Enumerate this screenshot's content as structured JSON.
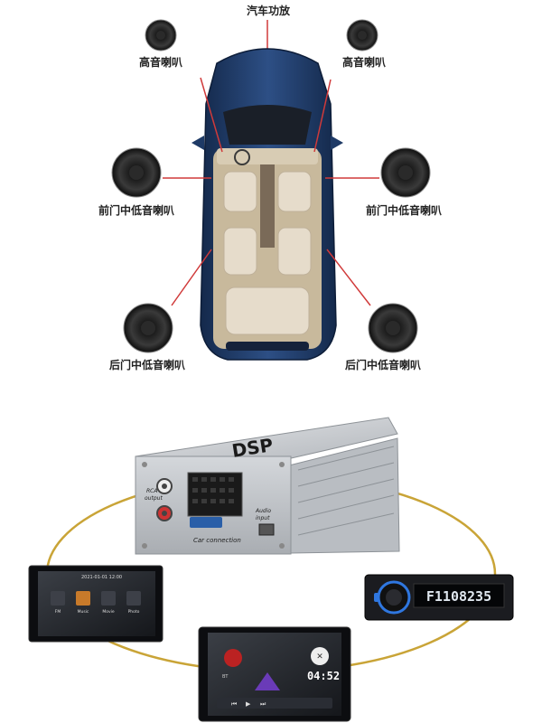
{
  "labels": {
    "amplifier": "汽车功放",
    "tweeter_left": "高音喇叭",
    "tweeter_right": "高音喇叭",
    "front_door_left": "前门中低音喇叭",
    "front_door_right": "前门中低音喇叭",
    "rear_door_left": "后门中低音喇叭",
    "rear_door_right": "后门中低音喇叭"
  },
  "dsp_box": {
    "brand": "DSP",
    "rca_label": "RCA output",
    "rca_label_1": "RCA",
    "rca_label_2": "output",
    "audio_label_1": "Audio",
    "audio_label_2": "input",
    "connection_label": "Car connection"
  },
  "head_units": {
    "left_screen": {
      "status_text": "2021-01-01  12:00",
      "apps": [
        "FM",
        "Music",
        "Movie",
        "Photo"
      ]
    },
    "right_radio": {
      "display_text": "F1108235"
    },
    "bottom_screen": {
      "time": "04:52",
      "status_text": "BT"
    }
  },
  "colors": {
    "car_body": "#1e3a66",
    "seat": "#e6dccb",
    "pointer_line": "#d03a3a",
    "ring": "#c9a437",
    "dsp_case": "#c9ccd0",
    "radio_display": "#2f77e0"
  }
}
